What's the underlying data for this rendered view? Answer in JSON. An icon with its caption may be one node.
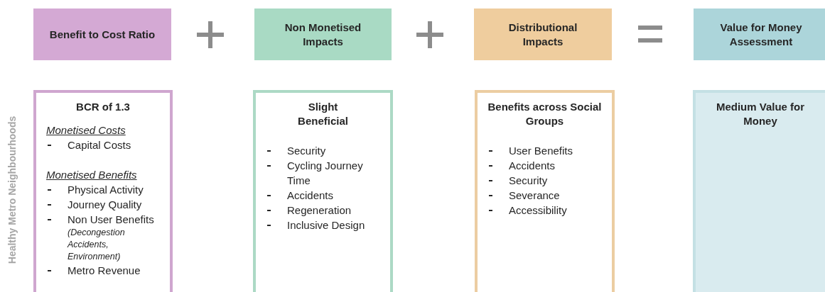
{
  "diagram": {
    "nodes": [
      {
        "text": [
          "Benefit to Cost Ratio"
        ]
      },
      {
        "text": [
          "Non Monetised Impacts"
        ]
      },
      {
        "text": [
          "Distributional Impacts"
        ]
      },
      {
        "text": [
          "Value for Money Assessment"
        ]
      },
      {
        "text": [
          "BCR of 1.3",
          "Monetised Costs",
          "Capital Costs",
          "Monetised Benefits",
          "Physical Activity",
          "Journey Quality",
          "Non User Benefits",
          "(Decongestion Accidents, Environment)",
          "Metro Revenue"
        ]
      },
      {
        "text": [
          "Slight Beneficial",
          "Security",
          "Cycling Journey Time",
          "Accidents",
          "Regeneration",
          "Inclusive Design"
        ]
      },
      {
        "text": [
          "Benefits across Social Groups",
          "User Benefits",
          "Accidents",
          "Security",
          "Severance",
          "Accessibility"
        ]
      },
      {
        "text": [
          "Medium Value for Money"
        ]
      }
    ],
    "labels": [
      "Healthy Metro Neighbourhoods"
    ]
  }
}
